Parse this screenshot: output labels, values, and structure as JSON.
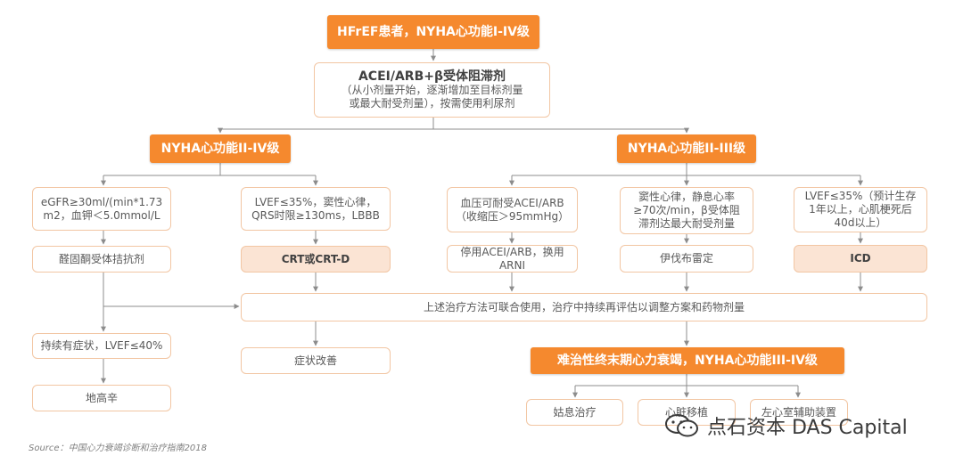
{
  "nodes": {
    "root": "HFrEF患者，NYHA心功能I-IV级",
    "initial_title": "ACEI/ARB+β受体阻滞剂",
    "initial_detail": "（从小剂量开始，逐渐增加至目标剂量\n或最大耐受剂量），按需使用利尿剂",
    "left_branch": "NYHA心功能II-IV级",
    "right_branch": "NYHA心功能II-III级",
    "egfr": "eGFR≥30ml/(min*1.73\nm2，血钾＜5.0mmol/L",
    "mra": "醛固酮受体拮抗剂",
    "lvef_crt": "LVEF≤35%，窦性心律，\nQRS时限≥130ms，LBBB",
    "crt": "CRT或CRT-D",
    "bp": "血压可耐受ACEI/ARB\n（收缩压＞95mmHg）",
    "arni": "停用ACEI/ARB，换用\nARNI",
    "sinus": "窦性心律，静息心率\n≥70次/min，β受体阻\n滞剂达最大耐受剂量",
    "ivabradine": "伊伐布雷定",
    "lvef_icd": "LVEF≤35%（预计生存\n1年以上，心肌梗死后\n40d以上）",
    "icd": "ICD",
    "combined": "上述治疗方法可联合使用，治疗中持续再评估以调整方案和药物剂量",
    "persistent": "持续有症状，LVEF≤40%",
    "digoxin": "地高辛",
    "improve": "症状改善",
    "refractory": "难治性终末期心力衰竭，NYHA心功能III-IV级",
    "palliative": "姑息治疗",
    "transplant": "心脏移植",
    "lvad": "左心室辅助装置"
  },
  "source": "Source：中国心力衰竭诊断和治疗指南2018",
  "watermark": "点石资本 DAS Capital",
  "colors": {
    "accent": "#f5892e",
    "peach": "#fbe4d4",
    "border": "#f2c6a3",
    "line": "#8c8c8c"
  }
}
